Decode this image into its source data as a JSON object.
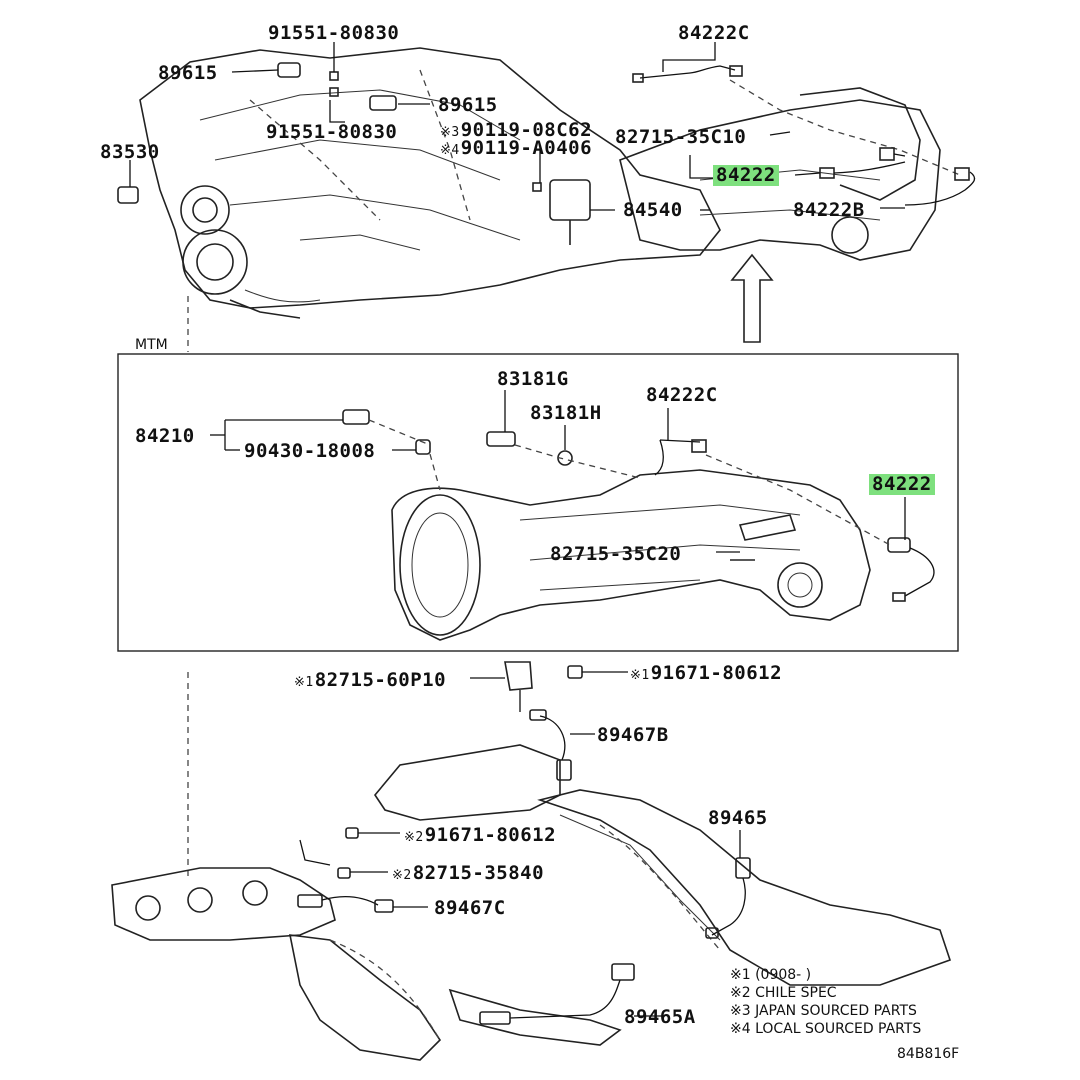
{
  "diagram": {
    "labels": {
      "l_91551_top": "91551-80830",
      "l_89615_left": "89615",
      "l_89615_right": "89615",
      "l_91551_mid": "91551-80830",
      "l_90119_08c62": "90119-08C62",
      "l_90119_a0406": "90119-A0406",
      "l_83530": "83530",
      "l_84222c_top": "84222C",
      "l_82715_35c10": "82715-35C10",
      "l_84222_top": "84222",
      "l_84540": "84540",
      "l_84222b": "84222B",
      "l_mtm": "MTM",
      "l_83181g": "83181G",
      "l_83181h": "83181H",
      "l_84222c_box": "84222C",
      "l_84210": "84210",
      "l_90430": "90430-18008",
      "l_84222_box": "84222",
      "l_82715_35c20": "82715-35C20",
      "l_82715_60p10": "82715-60P10",
      "l_91671_top": "91671-80612",
      "l_89467b": "89467B",
      "l_89465": "89465",
      "l_91671_mid": "91671-80612",
      "l_82715_35840": "82715-35840",
      "l_89467c": "89467C",
      "l_89465a": "89465A"
    },
    "marks": {
      "m1": "※1",
      "m2": "※2",
      "m3": "※3",
      "m4": "※4"
    },
    "highlight_color": "#7ee07e",
    "notes": [
      "※1 (0908-        )",
      "※2 CHILE SPEC",
      "※3 JAPAN SOURCED PARTS",
      "※4 LOCAL SOURCED PARTS"
    ],
    "diagram_code": "84B816F"
  }
}
